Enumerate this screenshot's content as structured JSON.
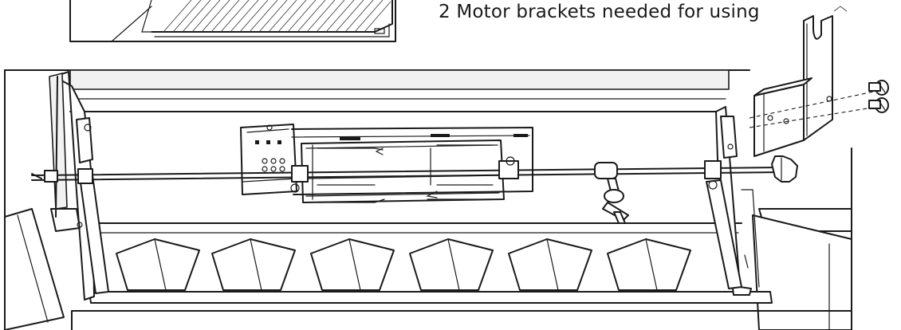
{
  "caption": "2 Motor brackets needed for using",
  "figure": {
    "inset_icon": "grill-grate-inset",
    "bracket_icon": "motor-bracket-with-screws",
    "main_icon": "grill-with-rotisserie-spit"
  }
}
